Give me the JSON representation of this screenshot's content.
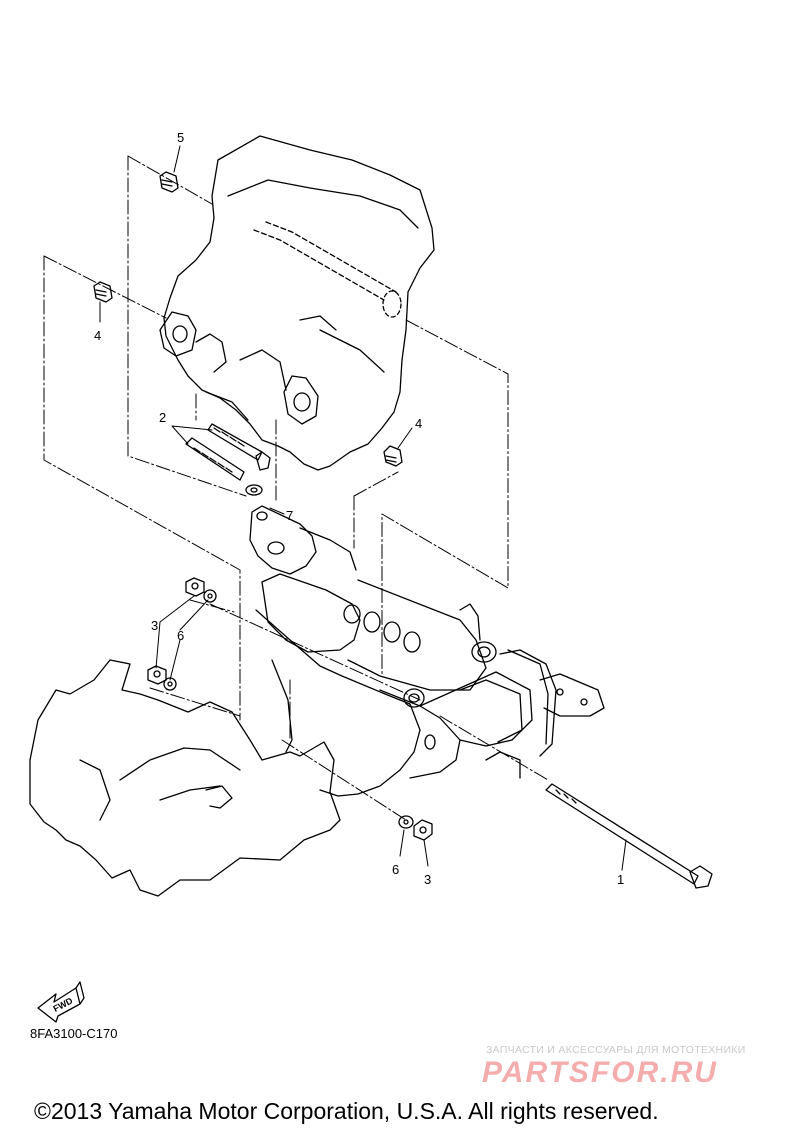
{
  "diagram": {
    "callouts": [
      {
        "id": "callout-1",
        "text": "1"
      },
      {
        "id": "callout-2",
        "text": "2"
      },
      {
        "id": "callout-3-upper",
        "text": "3"
      },
      {
        "id": "callout-3-lower",
        "text": "3"
      },
      {
        "id": "callout-4-left",
        "text": "4"
      },
      {
        "id": "callout-4-right",
        "text": "4"
      },
      {
        "id": "callout-5",
        "text": "5"
      },
      {
        "id": "callout-6-upper",
        "text": "6"
      },
      {
        "id": "callout-6-lower",
        "text": "6"
      },
      {
        "id": "callout-7",
        "text": "7"
      }
    ],
    "fwd_label": "FWD",
    "diagram_code": "8FA3100-C170"
  },
  "watermark": {
    "tagline": "ЗАПЧАСТИ И АКСЕССУАРЫ ДЛЯ МОТОТЕХНИКИ",
    "brand": "PARTSFOR.RU",
    "tagline_color": "#c9c9c9",
    "brand_color": "#e84a4a"
  },
  "footer": {
    "copyright": "©2013 Yamaha Motor Corporation, U.S.A. All rights reserved."
  }
}
